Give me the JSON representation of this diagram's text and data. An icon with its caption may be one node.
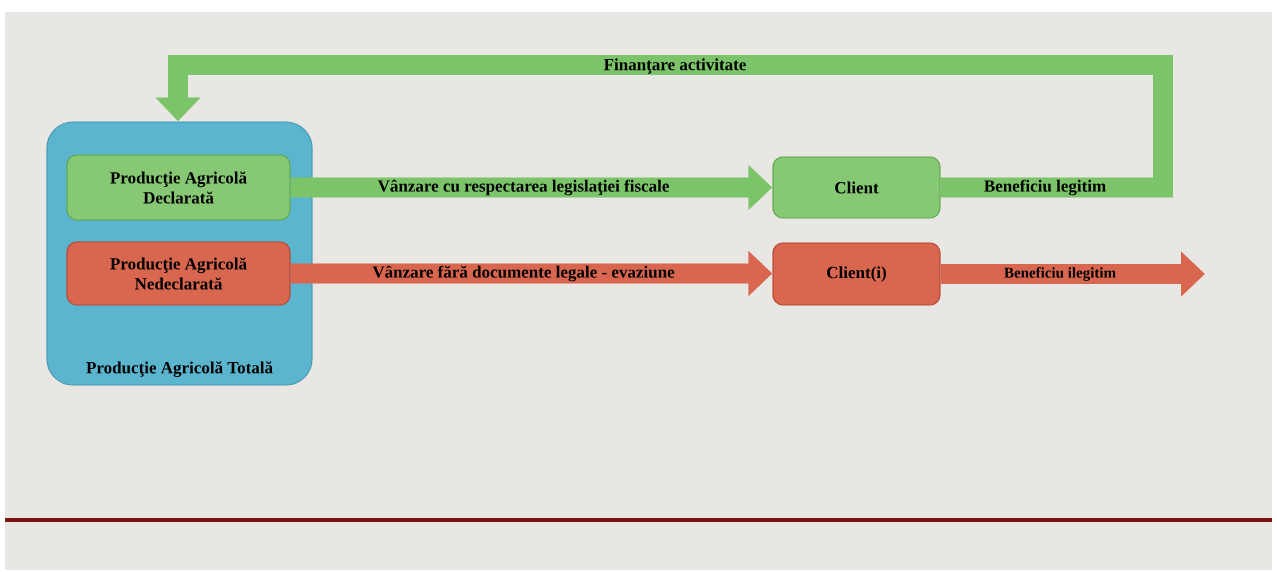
{
  "diagram": {
    "nodes": [
      {
        "text": [
          "Producţie Agricolă Totală"
        ]
      },
      {
        "text": [
          "Producţie Agricolă Declarată"
        ],
        "in": 0
      },
      {
        "text": [
          "Producţie Agricolă Nedeclarată"
        ],
        "in": 0
      },
      {
        "text": [
          "Client"
        ]
      },
      {
        "text": [
          "Client(i)"
        ]
      }
    ],
    "edges": [
      {
        "from": 1,
        "to": 3,
        "arrow": "to",
        "label": "Vânzare cu respectarea legislaţiei fiscale",
        "color": "#7cc46a"
      },
      {
        "from": 2,
        "to": 4,
        "arrow": "to",
        "label": "Vânzare fără documente legale - evaziune",
        "color": "#d9664f"
      },
      {
        "from": 4,
        "to": null,
        "arrow": "to",
        "label": "Beneficiu ilegitim",
        "color": "#d9664f"
      },
      {
        "from": 3,
        "to": 0,
        "arrow": "to",
        "label": "Beneficiu legitim",
        "color": "#7cc46a"
      }
    ],
    "labels": [
      "Finanţare activitate"
    ]
  }
}
